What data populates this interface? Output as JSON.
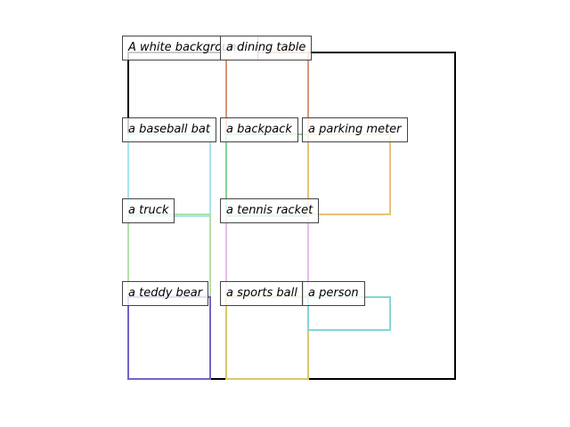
{
  "scene": {
    "frame_color": "#000000",
    "regions": [
      {
        "label": "A white background",
        "color": "#000000"
      },
      {
        "label": "a dining table",
        "color": "#d9967a"
      },
      {
        "label": "a baseball bat",
        "color": "#a8e4ec"
      },
      {
        "label": "a backpack",
        "color": "#7fd49a"
      },
      {
        "label": "a parking meter",
        "color": "#e6c277"
      },
      {
        "label": "a truck",
        "color": "#b4dfa6"
      },
      {
        "label": "a tennis racket",
        "color": "#e6bde9"
      },
      {
        "label": "a teddy bear",
        "color": "#7462c7"
      },
      {
        "label": "a sports ball",
        "color": "#d8c86e"
      },
      {
        "label": "a person",
        "color": "#84d6d6"
      }
    ]
  }
}
